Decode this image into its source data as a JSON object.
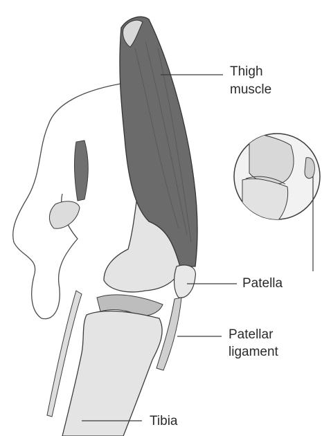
{
  "labels": {
    "thigh_muscle_line1": "Thigh",
    "thigh_muscle_line2": "muscle",
    "patella": "Patella",
    "patellar_ligament_line1": "Patellar",
    "patellar_ligament_line2": "ligament",
    "tibia": "Tibia"
  },
  "colors": {
    "muscle": "#6b6b6b",
    "bone": "#e4e4e4",
    "outline": "#3c3c3c",
    "label_text": "#2a2a2a"
  }
}
